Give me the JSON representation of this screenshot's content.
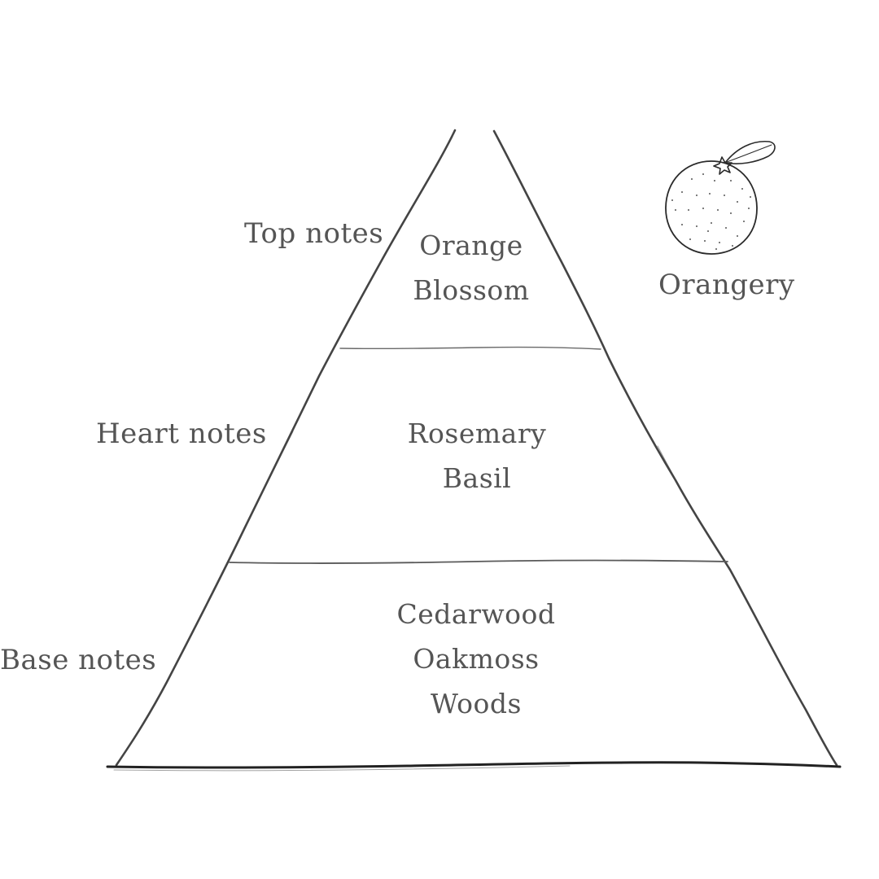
{
  "brand": {
    "name": "Orangery",
    "icon": "orange-fruit-icon"
  },
  "tiers": [
    {
      "label": "Top notes",
      "notes": [
        "Orange",
        "Blossom"
      ]
    },
    {
      "label": "Heart notes",
      "notes": [
        "Rosemary",
        "Basil"
      ]
    },
    {
      "label": "Base notes",
      "notes": [
        "Cedarwood",
        "Oakmoss",
        "Woods"
      ]
    }
  ],
  "colors": {
    "ink": "#3f3f3f",
    "text": "#555555",
    "background": "#ffffff"
  }
}
